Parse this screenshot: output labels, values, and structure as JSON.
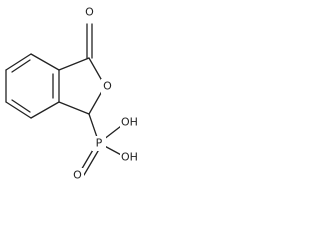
{
  "structure": {
    "atoms": {
      "carbonyl_oxygen": "O",
      "ring_oxygen": "O",
      "phosphorus": "P",
      "hydroxyl_upper": "OH",
      "hydroxyl_lower": "OH",
      "phosphoryl_oxygen": "O"
    }
  },
  "colors": {
    "bond": "#222222",
    "label": "#222222",
    "background": "#ffffff"
  }
}
